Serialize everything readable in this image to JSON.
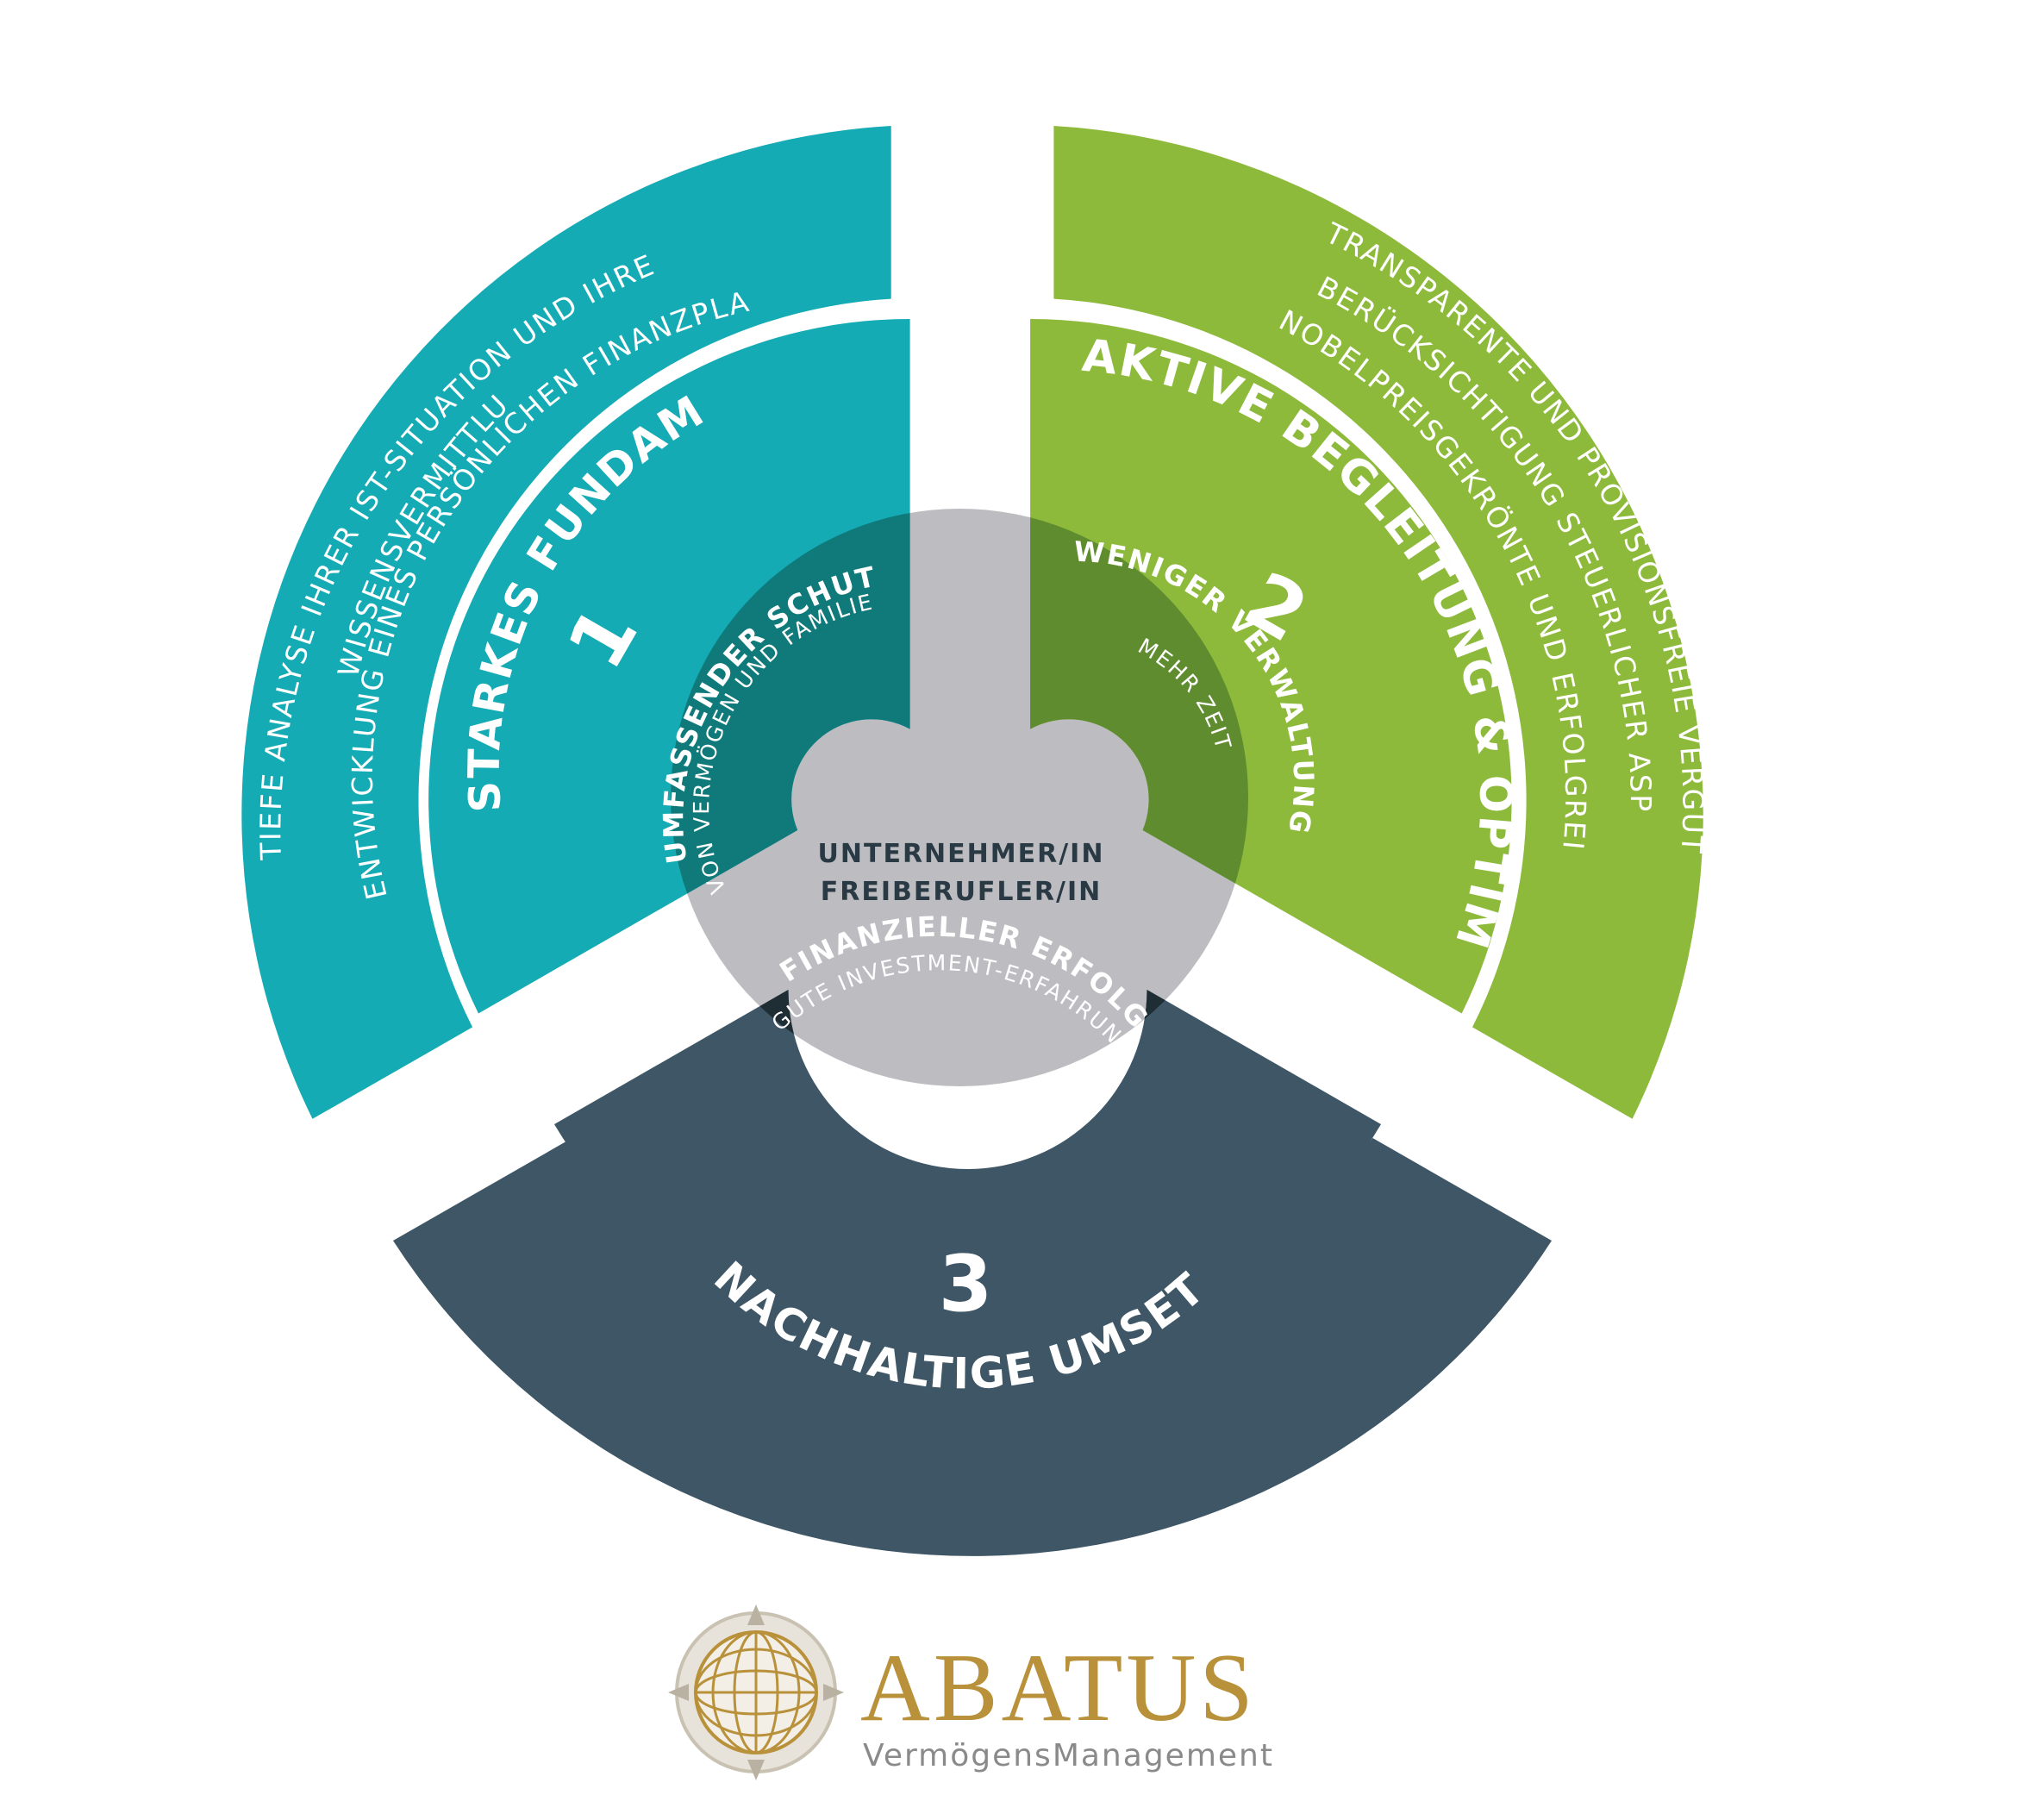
{
  "center": {
    "line1": "UNTERNEHMER/IN",
    "line2": "FREIBERUFLER/IN"
  },
  "segments": [
    {
      "id": "fundament",
      "number": "1",
      "title": "STARKES FUNDAMENT",
      "color": "#14abb5",
      "items": [
        "TIEFE ANALYSE IHRER IST-SITUATION UND IHRER ZIELE",
        "WISSENSVERMITTLUNG",
        "ENTWICKLUNG EINES PERSÖNLICHEN FINANZPLANS"
      ],
      "overlap": {
        "title": "UMFASSENDER SCHUTZ",
        "subtitle": "VON VERMÖGEN UND FAMILIE",
        "color": "#107a7b"
      }
    },
    {
      "id": "begleitung",
      "number": "2",
      "title": "AKTIVE BEGLEITUNG & OPTIMIERUNG",
      "color": "#8eba3c",
      "items": [
        "TRANSPARENTE UND PROVISIONSFREIE VERGÜTUNG",
        "BERÜCKSICHTIGUNG STEUERLICHER ASPEKTE",
        "NOBELPREISGEKRÖNTE UND ERFOLGREICHE"
      ],
      "overlap": {
        "title": "WENIGER VERWALTUNG",
        "subtitle": "MEHR ZEIT",
        "color": "#608c30"
      }
    },
    {
      "id": "umsetzung",
      "number": "3",
      "title": "NACHHALTIGE UMSETZUNG",
      "color": "#3e5665",
      "items": [],
      "overlap": {
        "title": "FINANZIELLER ERFOLG /",
        "subtitle": "GUTE INVESTMENT-ERFAHRUNG",
        "color": "#1f2d35"
      }
    }
  ],
  "colors": {
    "center_gray": "#bdbcc1",
    "gold": "#b8913a",
    "gray_text": "#8a8a8a"
  },
  "logo": {
    "brand": "ABATUS",
    "tagline": "VermögensManagement"
  }
}
